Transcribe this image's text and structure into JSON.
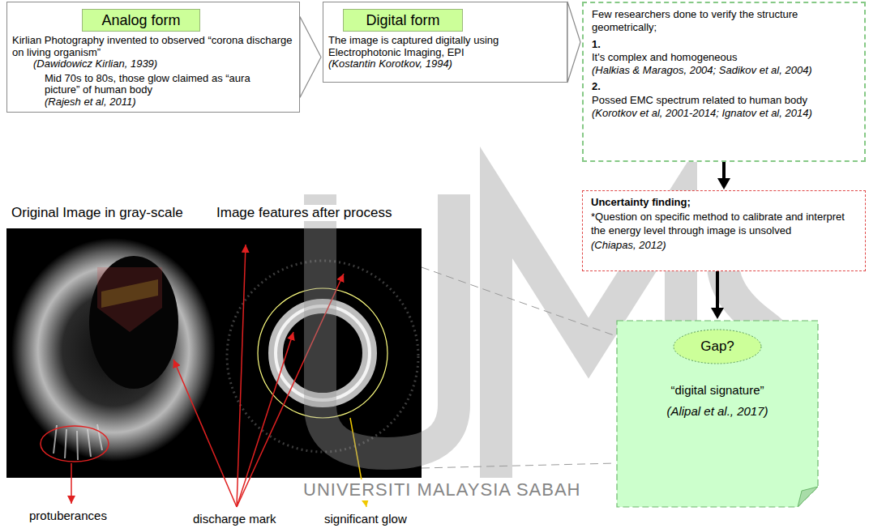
{
  "diagram": {
    "nodes": [
      {
        "text": [
          "Kirlian Photography invented to observed “corona discharge on living organism”",
          "(Dawidowicz Kirlian, 1939)",
          "Mid 70s to 80s, those glow claimed as “aura picture” of human body",
          "(Rajesh et al, 2011)"
        ]
      },
      {
        "text": [
          "Analog form"
        ],
        "in": 0
      },
      {
        "text": [
          "The image is captured digitally using Electrophotonic Imaging, EPI",
          "(Kostantin Korotkov, 1994)"
        ]
      },
      {
        "text": [
          "Digital form"
        ],
        "in": 2
      },
      {
        "text": [
          "Few researchers done to verify the structure geometrically;",
          "1.",
          "It's complex and homogeneous",
          "(Halkias & Maragos, 2004; Sadikov et al, 2004)",
          "2.",
          "Possed EMC spectrum related to human body",
          "(Korotkov et al, 2001-2014; Ignatov et al, 2014)"
        ]
      },
      {
        "text": [
          "Uncertainty finding;",
          "*Question on specific method to calibrate and interpret the energy level through image is unsolved",
          "(Chiapas, 2012)"
        ]
      },
      {
        "text": [
          "“digital signature”",
          "(Alipal et al., 2017)"
        ]
      },
      {
        "text": [
          "Gap?"
        ],
        "in": 6
      }
    ],
    "edges": [
      {
        "from": 0,
        "to": 2,
        "arrow": "to"
      },
      {
        "from": 2,
        "to": 4,
        "arrow": "to"
      },
      {
        "from": 4,
        "to": 5,
        "arrow": "to"
      },
      {
        "from": 5,
        "to": 6,
        "arrow": "to"
      }
    ],
    "labels": [
      "Original Image in gray-scale",
      "Image features after process",
      "protuberances",
      "discharge mark",
      "significant glow",
      "UNIVERSITI MALAYSIA SABAH"
    ]
  }
}
